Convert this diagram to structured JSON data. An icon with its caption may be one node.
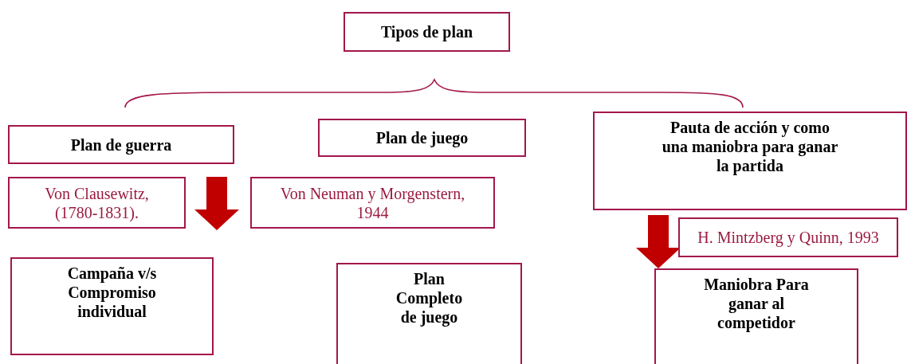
{
  "diagram": {
    "nodes": [
      {
        "text": [
          "Tipos de plan"
        ]
      },
      {
        "text": [
          "Plan de guerra"
        ]
      },
      {
        "text": [
          "Plan de juego"
        ]
      },
      {
        "text": [
          "Pauta de acción y como una maniobra para ganar la partida"
        ]
      },
      {
        "text": [
          "Von Clausewitz, (1780-1831)."
        ]
      },
      {
        "text": [
          "Von Neuman y Morgenstern, 1944"
        ]
      },
      {
        "text": [
          "H. Mintzberg y Quinn, 1993"
        ]
      },
      {
        "text": [
          "Campaña v/s Compromiso individual"
        ]
      },
      {
        "text": [
          "Plan Completo de juego"
        ]
      },
      {
        "text": [
          "Maniobra Para ganar al competidor"
        ]
      }
    ],
    "edges": [
      {
        "from": 1,
        "to": 7,
        "arrow": "to",
        "style": "thick",
        "color": "#c00000"
      },
      {
        "from": 3,
        "to": 9,
        "arrow": "to",
        "style": "thick",
        "color": "#c00000"
      }
    ]
  }
}
